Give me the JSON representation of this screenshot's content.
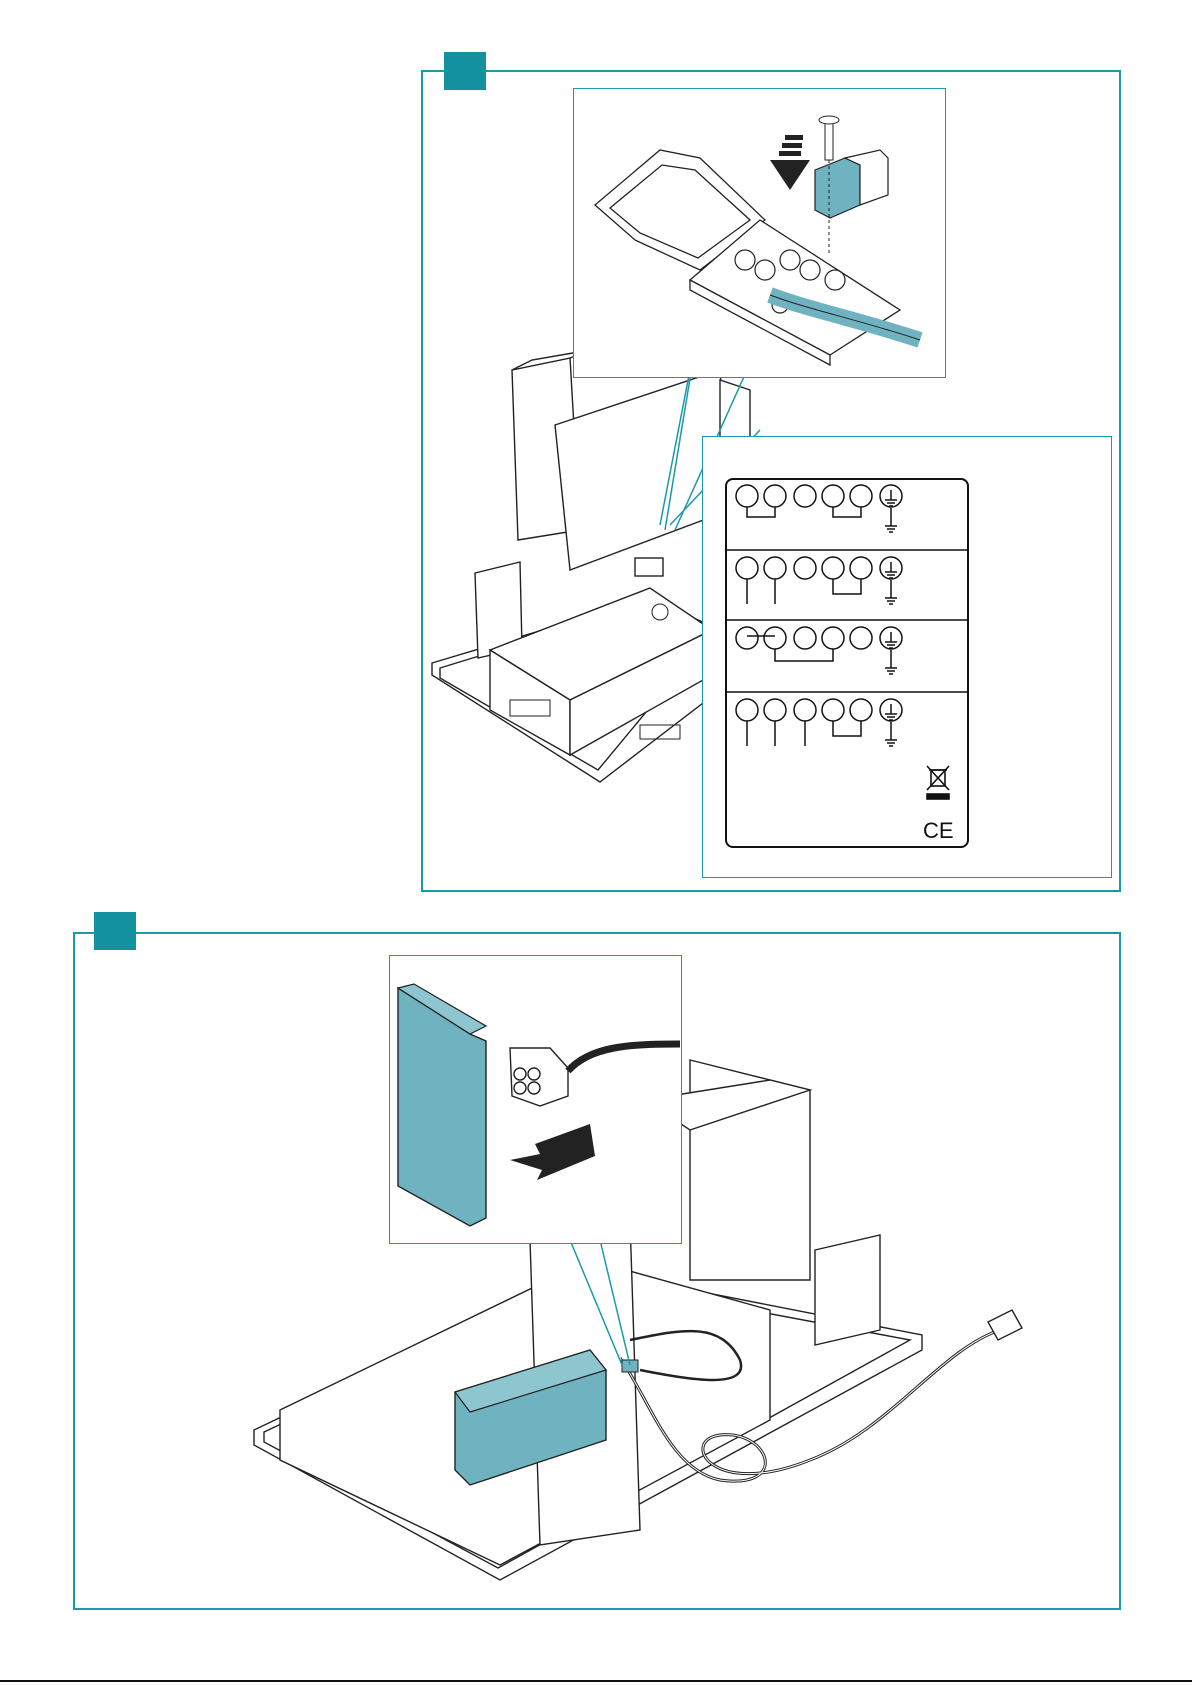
{
  "figure": {
    "accent_color": "#1a9aa8",
    "tab_color": "#13919f",
    "part_color": "#6fb3c0",
    "marks": [
      "CE"
    ]
  },
  "wiring_diagram": {
    "rows": [
      {
        "terminals": 5,
        "earth": true
      },
      {
        "terminals": 5,
        "earth": true
      },
      {
        "terminals": 5,
        "earth": true
      },
      {
        "terminals": 5,
        "earth": true
      }
    ],
    "weee_symbol": "crossed-out-bin-icon",
    "ce_mark": "CE"
  }
}
